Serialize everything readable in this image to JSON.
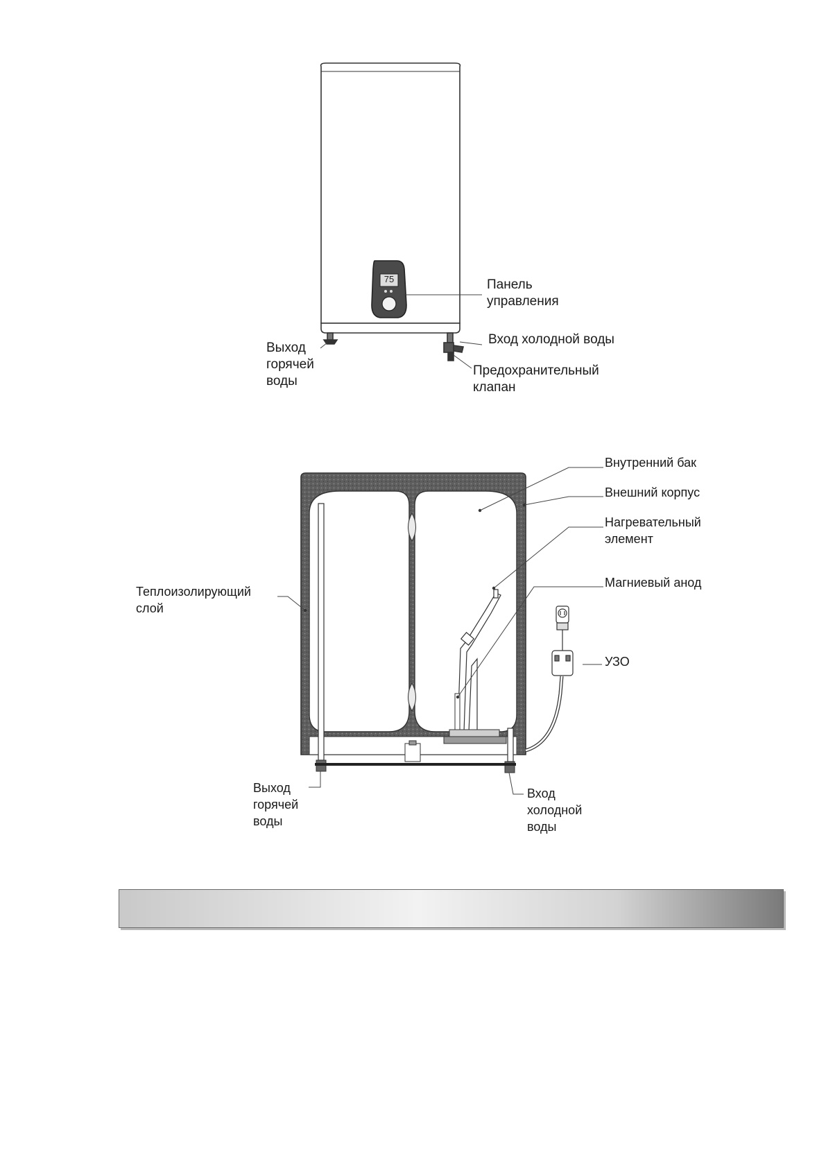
{
  "heater_front": {
    "display_reading": "75",
    "labels": {
      "control_panel": [
        "Панель",
        "управления"
      ],
      "cold_inlet": [
        "Вход холодной воды"
      ],
      "safety_valve": [
        "Предохранительный",
        "клапан"
      ],
      "hot_outlet": [
        "Выход",
        "горячей",
        "воды"
      ]
    }
  },
  "heater_section": {
    "labels": {
      "inner_tank": [
        "Внутренний бак"
      ],
      "outer_casing": [
        "Внешний корпус"
      ],
      "heating_element": [
        "Нагревательный",
        "элемент"
      ],
      "magnesium_anode": [
        "Магниевый анод"
      ],
      "rcd": [
        "УЗО"
      ],
      "insulation_layer": [
        "Теплоизолирующий",
        "слой"
      ],
      "hot_outlet": [
        "Выход",
        "горячей",
        "воды"
      ],
      "cold_inlet": [
        "Вход",
        "холодной",
        "воды"
      ]
    }
  },
  "section_bar": {
    "title": ""
  }
}
